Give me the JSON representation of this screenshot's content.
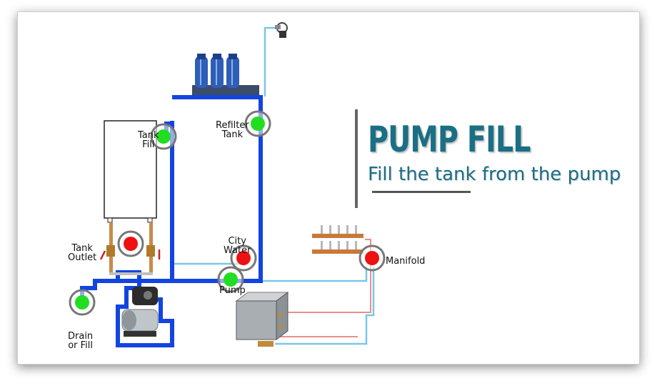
{
  "header": {
    "title": "PUMP FILL",
    "subtitle": "Fill the tank from the pump"
  },
  "labels": {
    "tank_fill": [
      "Tank",
      "Fill"
    ],
    "refilter_tank": [
      "Refilter",
      "Tank"
    ],
    "tank_outlet": [
      "Tank",
      "Outlet"
    ],
    "city_water": [
      "City",
      "Water"
    ],
    "pump": "Pump",
    "manifold": "Manifold",
    "drain": [
      "Drain",
      "or Fill"
    ]
  },
  "valves": [
    {
      "id": "tank-fill",
      "state": "open",
      "color": "#22dd22"
    },
    {
      "id": "refilter-tank",
      "state": "open",
      "color": "#22dd22"
    },
    {
      "id": "tank-outlet",
      "state": "closed",
      "color": "#ee1111"
    },
    {
      "id": "city-water",
      "state": "closed",
      "color": "#ee1111"
    },
    {
      "id": "pump",
      "state": "open",
      "color": "#22dd22"
    },
    {
      "id": "manifold",
      "state": "closed",
      "color": "#ee1111"
    },
    {
      "id": "drain",
      "state": "open",
      "color": "#22dd22"
    }
  ],
  "colors": {
    "active_pipe": "#1245e0",
    "inactive_pipe": "#7cc6ea",
    "hot_pipe": "#e88f8f",
    "title": "#1b6f84",
    "open_valve": "#22dd22",
    "closed_valve": "#ee1111"
  },
  "icons": [
    "filter-cartridge-icon",
    "pump-icon",
    "water-heater-icon",
    "manifold-icon",
    "faucet-icon",
    "valve-icon"
  ]
}
